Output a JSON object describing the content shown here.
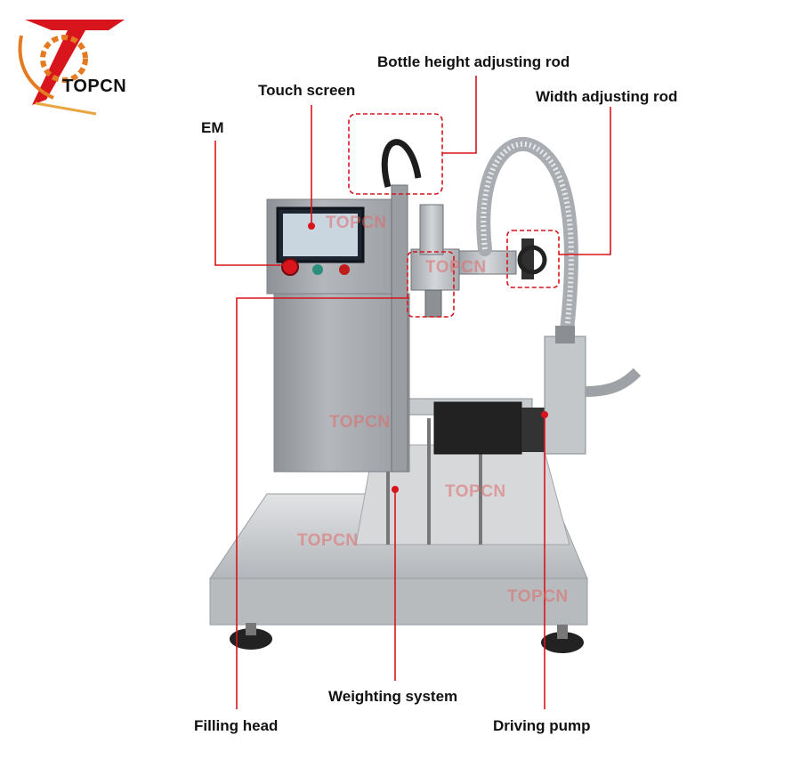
{
  "brand": {
    "name": "TOPCN"
  },
  "colors": {
    "accent": "#d8141c",
    "steel": "#b9bcc0",
    "dark": "#2a2a2a"
  },
  "labels": {
    "bottle_height_rod": "Bottle height adjusting rod",
    "touch_screen": "Touch screen",
    "width_rod": "Width adjusting rod",
    "em": "EM",
    "weighting_system": "Weighting system",
    "filling_head": "Filling head",
    "driving_pump": "Driving pump"
  },
  "watermarks": [
    "TOPCN",
    "TOPCN",
    "TOPCN",
    "TOPCN",
    "TOPCN",
    "TOPCN"
  ]
}
